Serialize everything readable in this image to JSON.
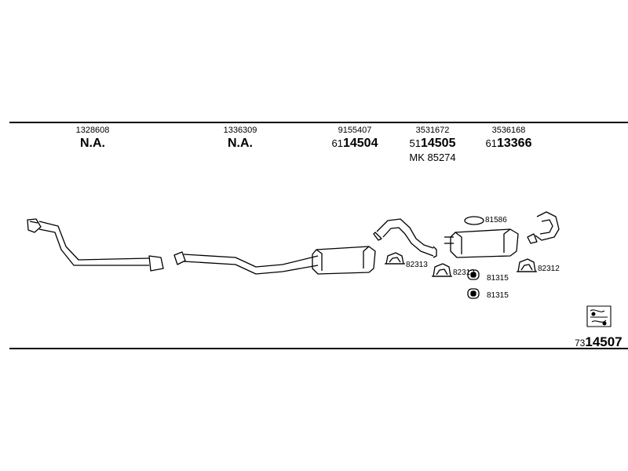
{
  "columns": [
    {
      "part_no": "1328608",
      "code_prefix": "",
      "code": "N.A.",
      "extra": ""
    },
    {
      "part_no": "1336309",
      "code_prefix": "",
      "code": "N.A.",
      "extra": ""
    },
    {
      "part_no": "9155407",
      "code_prefix": "61",
      "code": "14504",
      "extra": ""
    },
    {
      "part_no": "3531672",
      "code_prefix": "51",
      "code": "14505",
      "extra": "MK  85274"
    },
    {
      "part_no": "3536168",
      "code_prefix": "61",
      "code": "13366",
      "extra": ""
    }
  ],
  "labels": {
    "gasket_top": "81586",
    "clamp_left": "82313",
    "clamp_mid": "82312",
    "clamp_right": "82312",
    "hanger_upper": "81315",
    "hanger_lower": "81315"
  },
  "reference": {
    "prefix": "73",
    "code": "14507"
  },
  "icons": {
    "reference_icon": "kit-box-icon"
  }
}
